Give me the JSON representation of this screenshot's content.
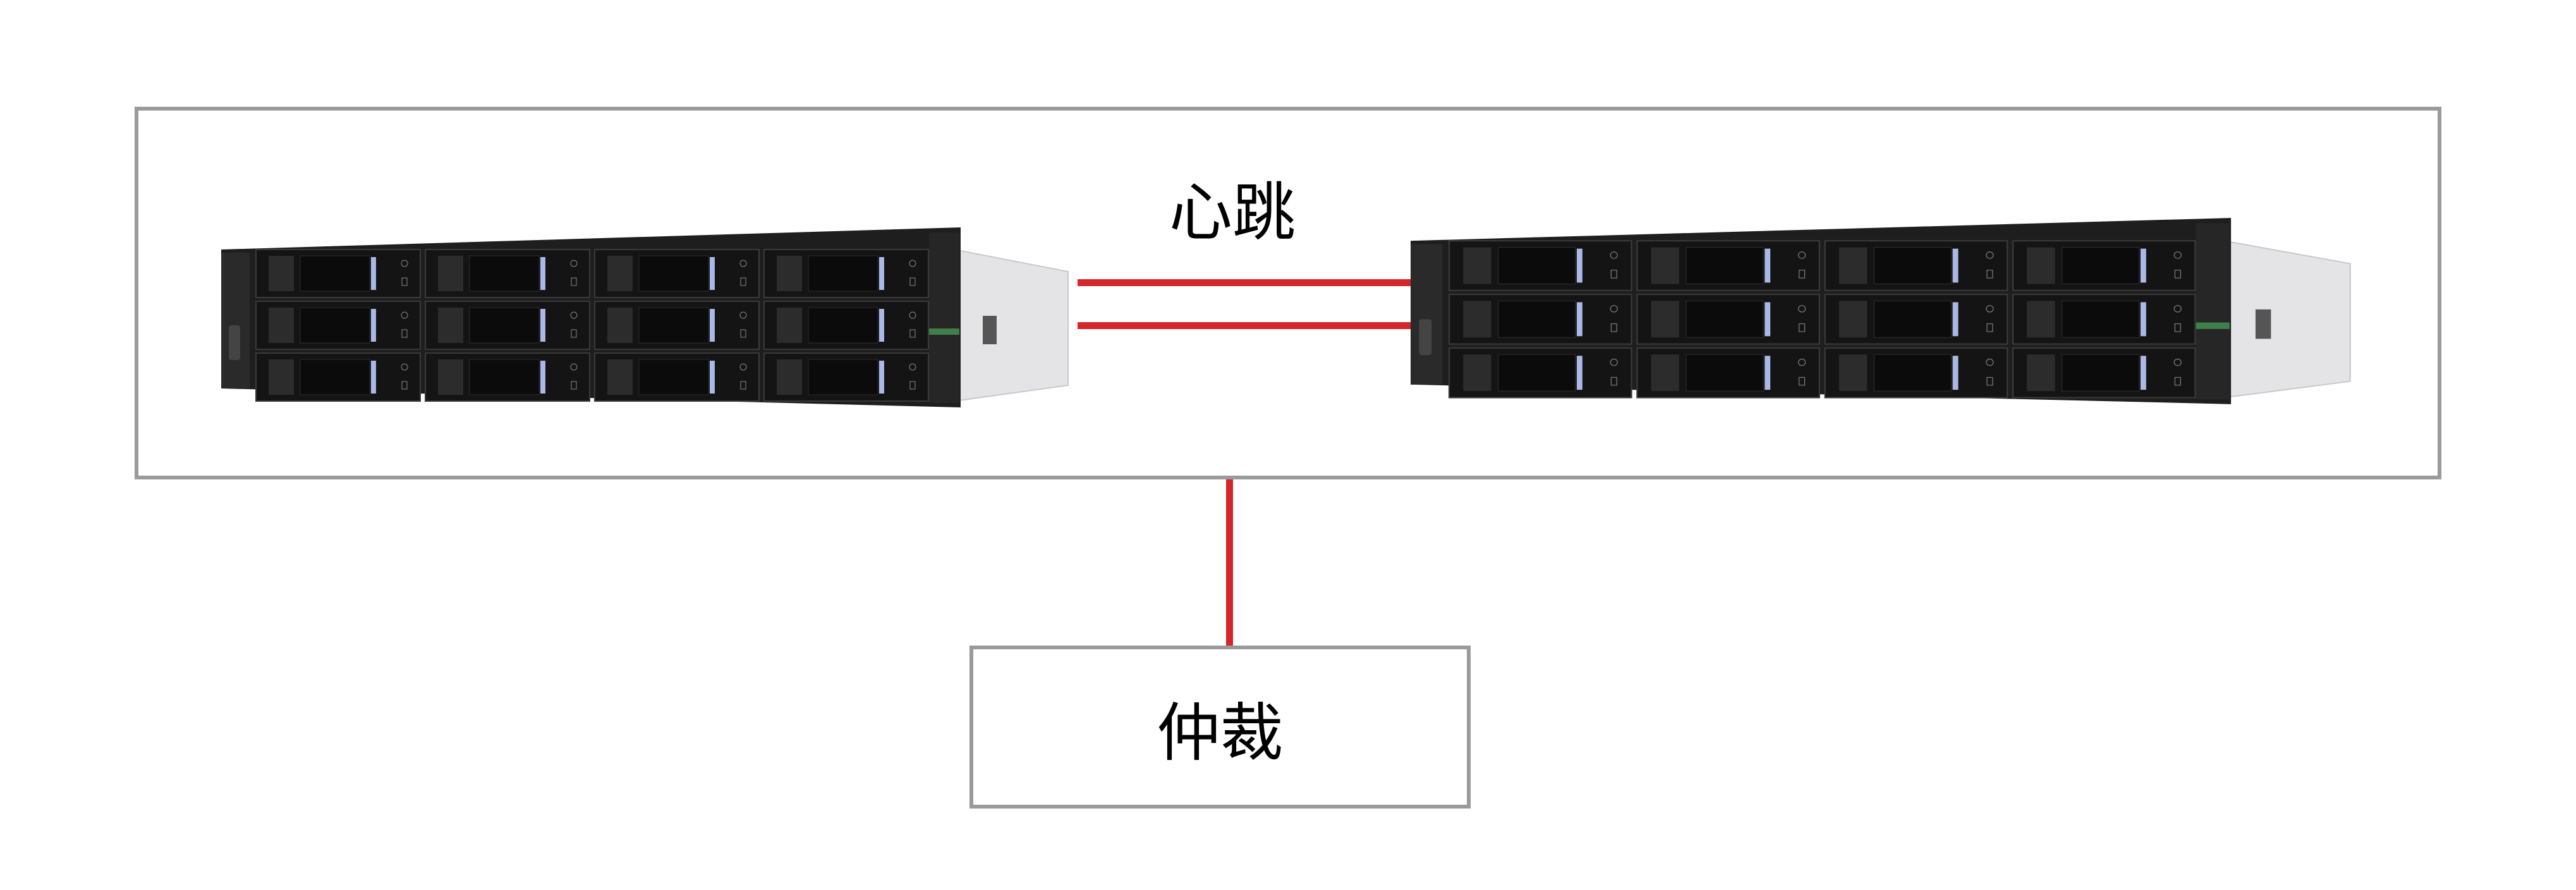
{
  "diagram": {
    "heartbeat_label": "心跳",
    "arbiter_label": "仲裁",
    "colors": {
      "link": "#d7262b",
      "border": "#9a9a9a",
      "status_led": "#3f7f4c",
      "drive_latch": "#a9b8e6"
    },
    "servers": [
      {
        "name": "server-left",
        "drive_bays": 12
      },
      {
        "name": "server-right",
        "drive_bays": 12
      }
    ]
  }
}
